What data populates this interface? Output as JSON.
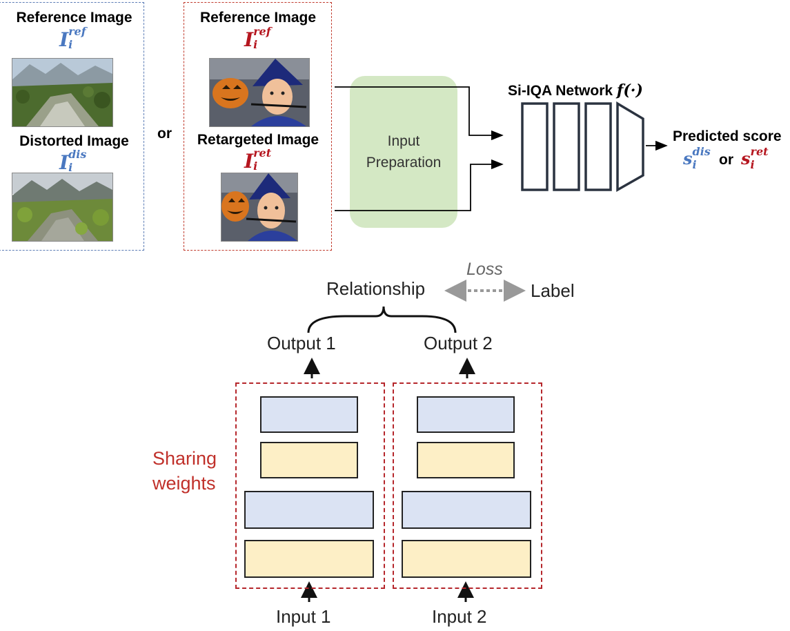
{
  "top": {
    "left_panel": {
      "reference_title": "Reference Image",
      "reference_symbol": {
        "base": "I",
        "sub": "i",
        "sup": "ref"
      },
      "distorted_title": "Distorted Image",
      "distorted_symbol": {
        "base": "I",
        "sub": "i",
        "sup": "dis"
      }
    },
    "or_label": "or",
    "right_panel": {
      "reference_title": "Reference Image",
      "reference_symbol": {
        "base": "I",
        "sub": "i",
        "sup": "ref"
      },
      "retargeted_title": "Retargeted Image",
      "retargeted_symbol": {
        "base": "I",
        "sub": "i",
        "sup": "ret"
      }
    },
    "input_preparation": {
      "line1": "Input",
      "line2": "Preparation"
    },
    "network": {
      "label": "Si-IQA Network ",
      "func": "f(·)"
    },
    "prediction": {
      "label": "Predicted score",
      "s_dis": {
        "base": "s",
        "sub": "i",
        "sup": "dis"
      },
      "or_label": "or",
      "s_ret": {
        "base": "s",
        "sub": "i",
        "sup": "ret"
      }
    }
  },
  "bottom": {
    "loss_label": "Loss",
    "relationship_label": "Relationship",
    "label_label": "Label",
    "output1": "Output 1",
    "output2": "Output 2",
    "sharing_line1": "Sharing",
    "sharing_line2": "weights",
    "input1": "Input 1",
    "input2": "Input 2"
  },
  "colors": {
    "blue_symbol": "#4a78c0",
    "red_symbol": "#b5161f",
    "prep_fill": "#d4e8c4",
    "layer_blue": "#dbe3f3",
    "layer_yellow": "#fdefc6",
    "dashed_red": "#b5262b"
  },
  "icons": [
    "landscape-photo",
    "boy-pumpkin-photo"
  ]
}
